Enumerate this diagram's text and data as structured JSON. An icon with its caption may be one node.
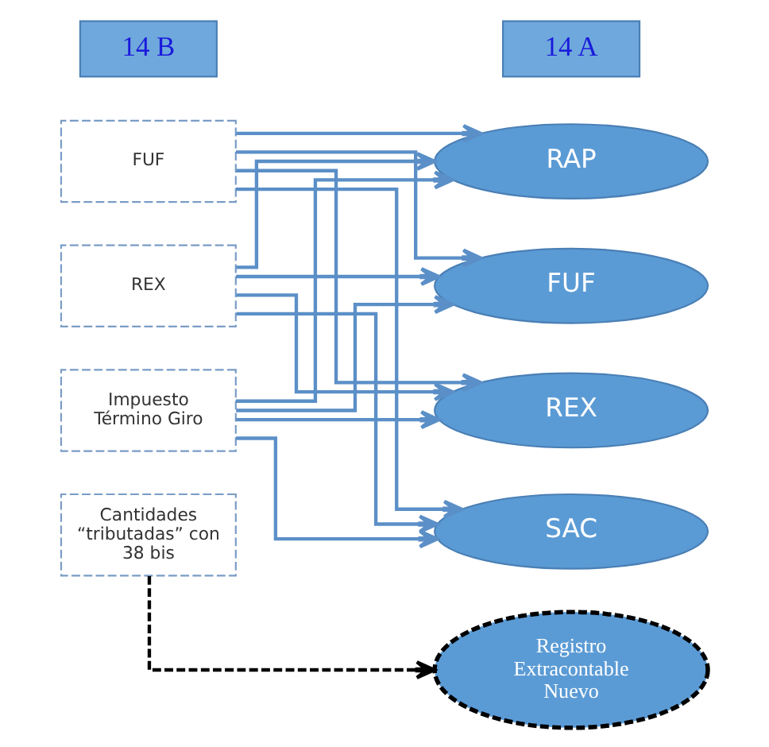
{
  "diagram": {
    "nodes": [
      {
        "text": [
          "14 B"
        ]
      },
      {
        "text": [
          "14 A"
        ]
      },
      {
        "text": [
          "RAP"
        ]
      },
      {
        "text": [
          "FUF"
        ]
      },
      {
        "text": [
          "FUF"
        ]
      },
      {
        "text": [
          "REX"
        ]
      },
      {
        "text": [
          "REX"
        ]
      },
      {
        "text": [
          "Impuesto Término Giro"
        ]
      },
      {
        "text": [
          "SAC"
        ]
      },
      {
        "text": [
          "Cantidades “tributadas” con 38 bis"
        ]
      },
      {
        "text": [
          "Registro Extracontable Nuevo"
        ]
      }
    ],
    "edges": [
      {
        "from": 3,
        "to": 2,
        "arrow": "to"
      },
      {
        "from": 3,
        "to": 4,
        "arrow": "to"
      },
      {
        "from": 3,
        "to": 6,
        "arrow": "to"
      },
      {
        "from": 3,
        "to": 8,
        "arrow": "to"
      },
      {
        "from": 5,
        "to": 2,
        "arrow": "to"
      },
      {
        "from": 5,
        "to": 4,
        "arrow": "to"
      },
      {
        "from": 5,
        "to": 6,
        "arrow": "to"
      },
      {
        "from": 5,
        "to": 8,
        "arrow": "to"
      },
      {
        "from": 7,
        "to": 2,
        "arrow": "to"
      },
      {
        "from": 7,
        "to": 4,
        "arrow": "to"
      },
      {
        "from": 7,
        "to": 6,
        "arrow": "to"
      },
      {
        "from": 7,
        "to": 8,
        "arrow": "to"
      },
      {
        "from": 9,
        "to": 10,
        "arrow": "to",
        "style": "dashed",
        "color": "#000000"
      }
    ]
  }
}
